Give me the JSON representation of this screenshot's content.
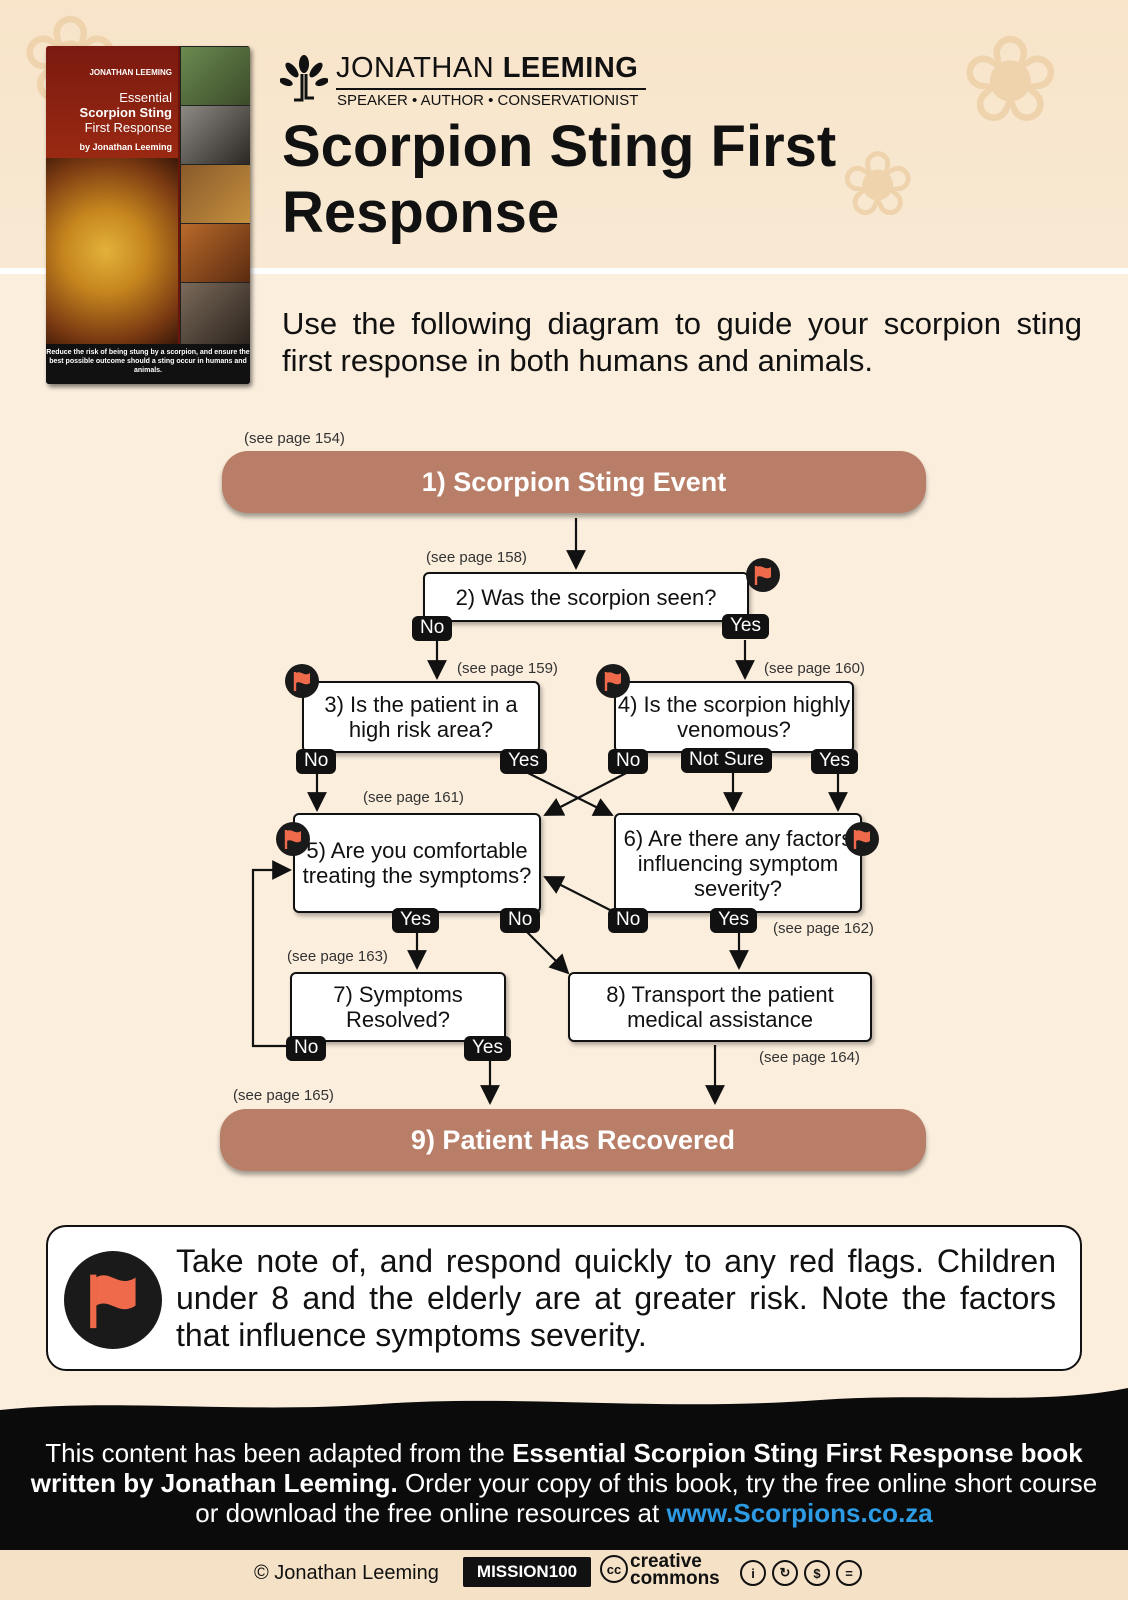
{
  "brand": {
    "first": "JONATHAN",
    "last": "LEEMING",
    "tagline": "SPEAKER • AUTHOR • CONSERVATIONIST"
  },
  "book": {
    "brand": "JONATHAN LEEMING",
    "line1": "Essential",
    "line2": "Scorpion Sting",
    "line3": "First Response",
    "by": "by Jonathan Leeming",
    "blurb": "Reduce the risk of being stung by a scorpion, and ensure the best possible outcome should a sting occur in humans and animals."
  },
  "title": "Scorpion Sting First Response",
  "intro": "Use the following diagram to guide your scorpion sting first response in both humans and animals.",
  "flow": {
    "n1": {
      "ref": "(see page 154)",
      "label": "1) Scorpion Sting Event"
    },
    "n2": {
      "ref": "(see page 158)",
      "label": "2) Was the scorpion seen?",
      "no": "No",
      "yes": "Yes"
    },
    "n3": {
      "ref": "(see page 159)",
      "label": "3) Is the patient in a high risk area?",
      "no": "No",
      "yes": "Yes"
    },
    "n4": {
      "ref": "(see page 160)",
      "label": "4) Is the scorpion highly venomous?",
      "no": "No",
      "notsure": "Not Sure",
      "yes": "Yes"
    },
    "n5": {
      "ref": "(see page 161)",
      "label": "5) Are you comfortable treating the symptoms?",
      "yes": "Yes",
      "no": "No"
    },
    "n6": {
      "ref": "(see page 162)",
      "label": "6) Are there any factors influencing symptom severity?",
      "no": "No",
      "yes": "Yes"
    },
    "n7": {
      "ref": "(see page 163)",
      "label": "7) Symptoms Resolved?",
      "no": "No",
      "yes": "Yes"
    },
    "n8": {
      "ref": "(see page 164)",
      "label": "8) Transport the patient medical assistance"
    },
    "n9": {
      "ref": "(see page 165)",
      "label": "9) Patient Has Recovered"
    }
  },
  "note": "Take note of, and respond quickly to any red flags. Children under 8 and the elderly are at greater risk. Note the factors that influence symptoms severity.",
  "footer": {
    "t1": "This content has been adapted from the ",
    "t2": "Essential Scorpion Sting First Response book written by Jonathan Leeming.",
    "t3": " Order your copy of this book, try the free online short course or download the free online resources at ",
    "link": "www.Scorpions.co.za"
  },
  "bottom": {
    "copyright": "© Jonathan Leeming",
    "mission": "MISSION100",
    "cc1": "creative",
    "cc2": "commons"
  },
  "colors": {
    "pill": "#b97e67",
    "flag": "#ef6a4b",
    "link": "#2d9be3"
  }
}
